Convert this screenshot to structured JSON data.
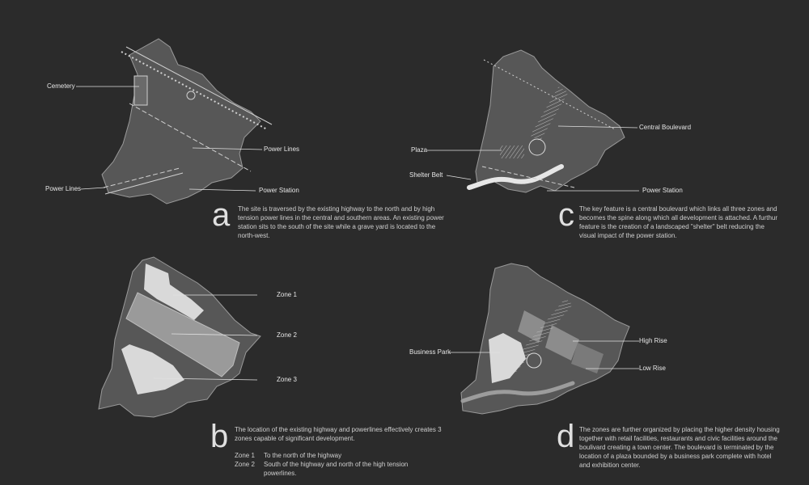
{
  "panels": {
    "a": {
      "letter": "a",
      "labels": {
        "cemetery": "Cemetery",
        "power_lines_1": "Power Lines",
        "power_lines_2": "Power Lines",
        "power_station": "Power Station"
      },
      "description": "The site is traversed by the existing highway to the north and by high tension power lines in the central and southern areas. An existing power station sits to the south of the site while a grave yard is located to the north-west."
    },
    "b": {
      "letter": "b",
      "labels": {
        "zone1": "Zone 1",
        "zone2": "Zone 2",
        "zone3": "Zone 3"
      },
      "description": "The location of the existing highway and powerlines effectively creates 3 zones capable of significant development.",
      "zone_list": [
        {
          "name": "Zone 1",
          "text": "To the north of the highway"
        },
        {
          "name": "Zone 2",
          "text": "South of the highway and north of the high tension powerlines."
        }
      ]
    },
    "c": {
      "letter": "c",
      "labels": {
        "central_boulevard": "Central Boulevard",
        "plaza": "Plaza",
        "shelter_belt": "Shelter Belt",
        "power_station": "Power Station"
      },
      "description": "The key feature is a central boulevard which links all three zones and becomes the spine along which all development is attached. A furthur feature is the creation of a landscaped \"shelter\" belt reducing the visual impact of the power station."
    },
    "d": {
      "letter": "d",
      "labels": {
        "high_rise": "High Rise",
        "low_rise": "Low Rise",
        "business_park": "Business Park"
      },
      "description": "The zones are further organized by placing the higher density housing together with retail facilities, restaurants and civic facilities around the boulivard creating a town center. The boulevard is terminated by the location of a plaza bounded by a business park complete with hotel and exhibition center."
    }
  },
  "colors": {
    "background": "#2b2b2b",
    "site_fill": "#575757",
    "zone_fill_light": "#d9d9d9",
    "zone_fill_mid": "#9a9a9a",
    "line": "#e0e0e0"
  }
}
